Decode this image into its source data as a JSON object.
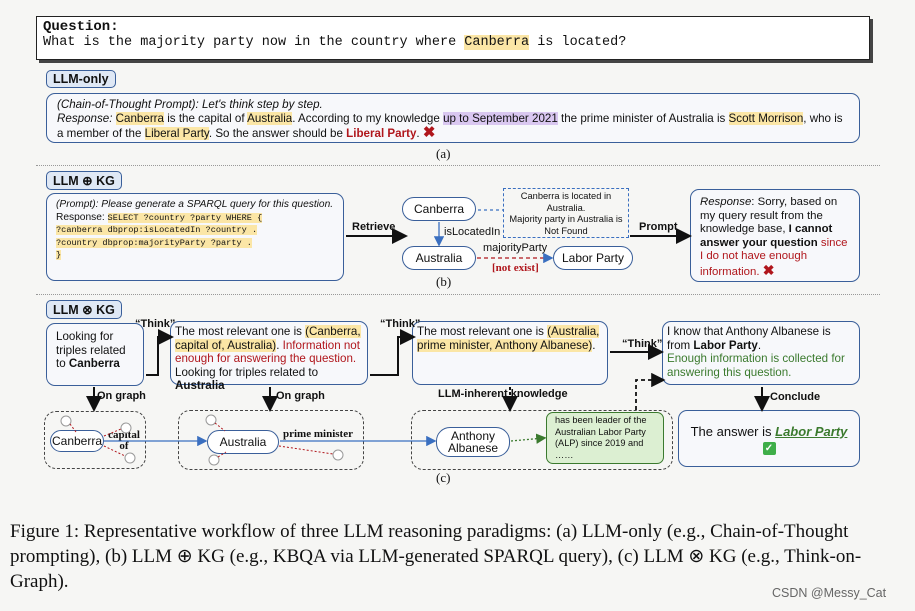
{
  "question": {
    "label": "Question:",
    "pre": "What is the majority party now in the country where ",
    "entity": "Canberra",
    "post": " is located?"
  },
  "panel_a": {
    "tag": "LLM-only",
    "cot": "(Chain-of-Thought Prompt): Let's think step by step.",
    "r_label": "Response: ",
    "r1": "Canberra",
    "r2": " is the capital of ",
    "r3": "Australia",
    "r4": ". According to my knowledge ",
    "r5": "up to September 2021",
    "r6": " the prime minister of Australia is ",
    "r7": "Scott Morrison",
    "r8": ", who is a member of the ",
    "r9": "Liberal Party",
    "r10": ". So the answer should be ",
    "r11": "Liberal Party",
    "r12": ".",
    "caption": "(a)"
  },
  "panel_b": {
    "tag": "LLM ⊕ KG",
    "prompt": "(Prompt): Please generate a SPARQL query for this question.",
    "resp_label": "Response: ",
    "q1": "SELECT ?country ?party WHERE {",
    "q2": "?canberra dbprop:isLocatedIn ?country .",
    "q3": "?country dbprop:majorityParty ?party .",
    "q4": "}",
    "retrieve": "Retrieve",
    "node_canberra": "Canberra",
    "node_australia": "Australia",
    "node_labor": "Labor Party",
    "edge_located": "isLocatedIn",
    "edge_majority": "majorityParty",
    "not_exist": "[not exist]",
    "note1": "Canberra is located in Australia.",
    "note2": "Majority party in Australia is Not Found",
    "prompt_label": "Prompt",
    "ans_label": "Response",
    "ans1": ": Sorry, based on my query result from the knowledge base, ",
    "ans2": "I cannot answer your question",
    "ans3": " since I do not have enough information.",
    "caption": "(b)"
  },
  "panel_c": {
    "tag": "LLM ⊗ KG",
    "look1": "Looking for triples related to ",
    "look1b": "Canberra",
    "think": "“Think”",
    "t1a": "The most relevant one is ",
    "t1b": "(Canberra, capital of, Australia)",
    "t1c": ". ",
    "t1d": "Information not enough for answering the question.",
    "t1e": "Looking for triples related to ",
    "t1f": "Australia",
    "t2a": "The most relevant one is ",
    "t2b": "(Australia, prime minister, Anthony Albanese)",
    "t2c": ".",
    "t3a": "I know that Anthony Albanese is from ",
    "t3b": "Labor Party",
    "t3c": ".",
    "t3d": "Enough information is collected for answering this question.",
    "on_graph": "On graph",
    "inherent": "LLM-inherent knowledge",
    "conclude": "Conclude",
    "g_canberra": "Canberra",
    "g_capital": "capital of",
    "g_australia": "Australia",
    "g_pm": "prime minister",
    "g_albanese": "Anthony Albanese",
    "g_note": "has been leader of the Australian Labor Party (ALP) since 2019 and ……",
    "final_a": "The answer is ",
    "final_b": "Labor Party",
    "caption": "(c)"
  },
  "figure_caption": "Figure 1: Representative workflow of three LLM reasoning paradigms: (a) LLM-only (e.g., Chain-of-Thought prompting), (b) LLM ⊕ KG (e.g., KBQA via LLM-generated SPARQL query), (c) LLM ⊗ KG (e.g., Think-on-Graph).",
  "watermark": "CSDN @Messy_Cat",
  "colors": {
    "border": "#3a5f9a",
    "highlight": "#fbe6a6",
    "purple": "#d9c7f0",
    "red": "#b0161c",
    "green": "#3b7a2e"
  }
}
